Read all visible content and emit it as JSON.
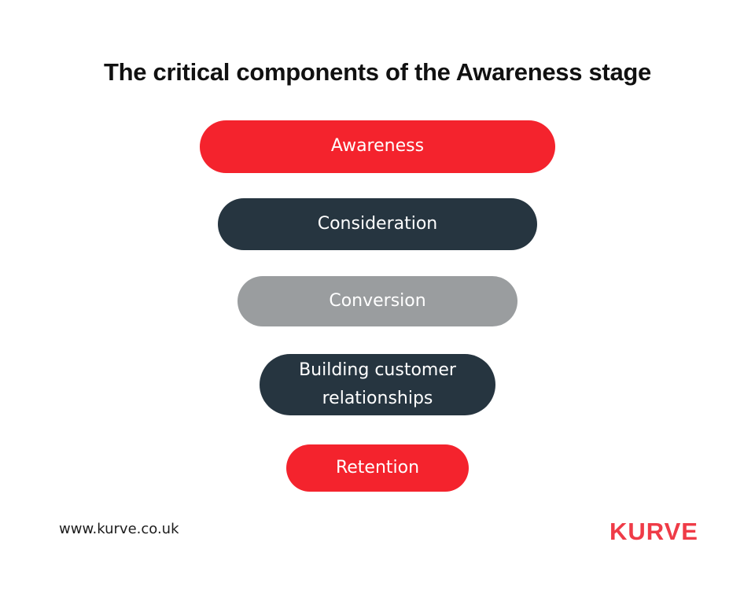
{
  "title": "The critical components of the Awareness stage",
  "funnel": {
    "text_color": "#ffffff",
    "stages": [
      {
        "label": "Awareness",
        "color": "#f4232d"
      },
      {
        "label": "Consideration",
        "color": "#263540"
      },
      {
        "label": "Conversion",
        "color": "#9a9d9f"
      },
      {
        "label": "Building customer relationships",
        "color": "#263540"
      },
      {
        "label": "Retention",
        "color": "#f4232d"
      }
    ]
  },
  "footer": {
    "website": "www.kurve.co.uk",
    "logo_text": "KURVE",
    "logo_color": "#ef3b47"
  }
}
